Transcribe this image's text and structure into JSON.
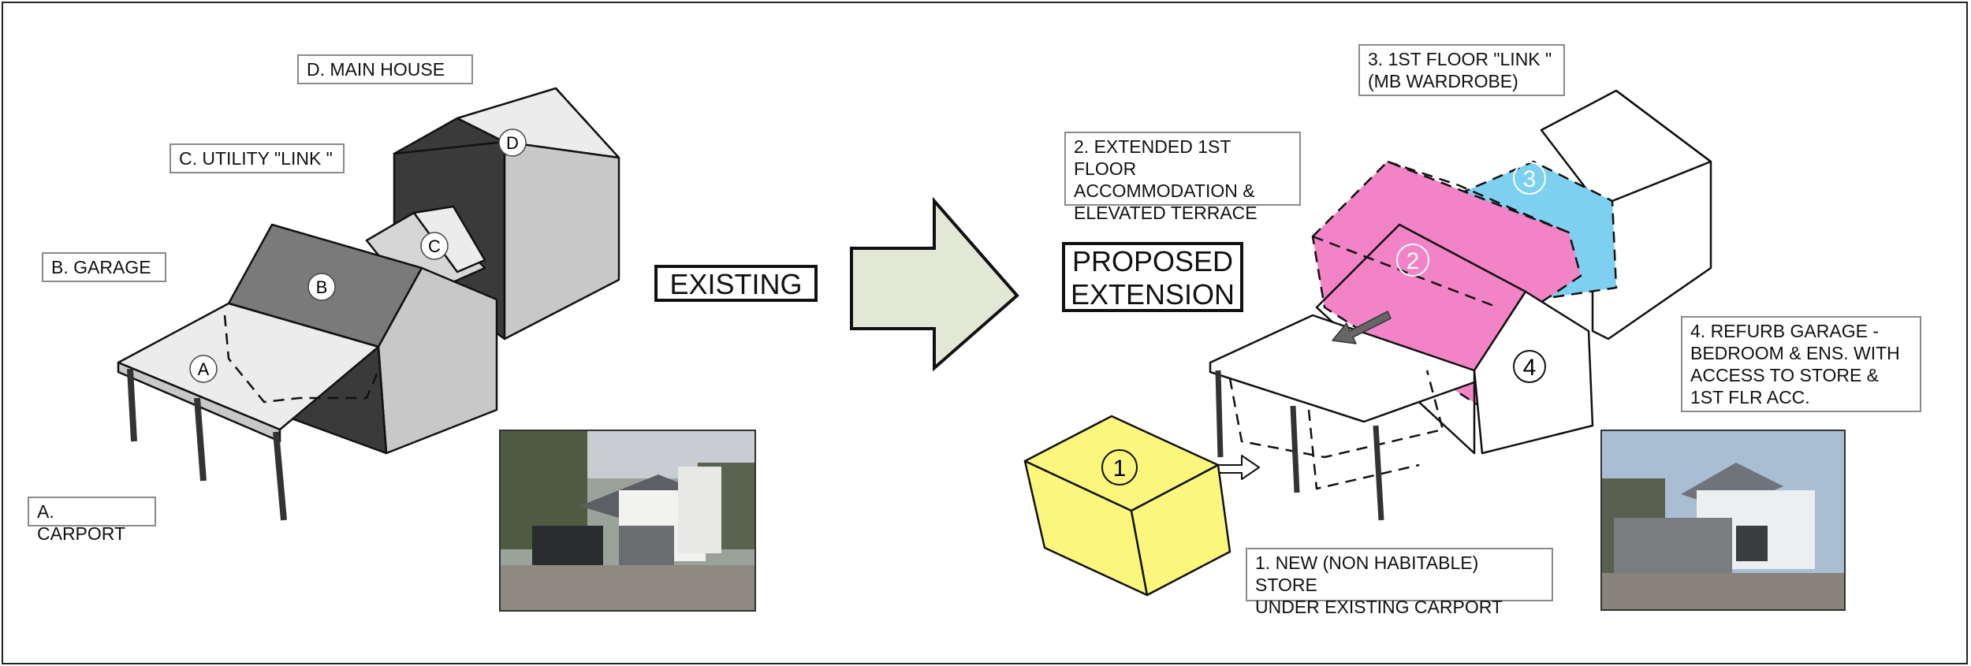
{
  "existing": {
    "labels": {
      "main_house": "D. MAIN HOUSE",
      "utility_link": "C. UTILITY \"LINK \"",
      "garage": "B. GARAGE",
      "carport": "A. CARPORT"
    },
    "markers": {
      "a": "A",
      "b": "B",
      "c": "C",
      "d": "D"
    },
    "title": "EXISTING"
  },
  "proposed": {
    "title": "PROPOSED\nEXTENSION",
    "labels": {
      "first_floor_link": "3. 1ST FLOOR \"LINK \"\n(MB WARDROBE)",
      "extended_first_floor": "2. EXTENDED 1ST FLOOR\nACCOMMODATION &\nELEVATED TERRACE",
      "refurb_garage": "4. REFURB GARAGE -\nBEDROOM & ENS. WITH\nACCESS TO STORE &\n1ST FLR ACC.",
      "new_store": "1. NEW (NON HABITABLE) STORE\nUNDER EXISTING CARPORT"
    },
    "markers": {
      "one": "1",
      "two": "2",
      "three": "3",
      "four": "4"
    }
  },
  "colors": {
    "pink": "#f283c6",
    "blue": "#7dd0f0",
    "yellow": "#fbf77c",
    "arrow_fill": "#e3e8d6",
    "dark": "#3a3a3a",
    "mid": "#7a7a7a",
    "light": "#c8c8c8",
    "pale": "#ececec"
  },
  "icons": {
    "arrow": "right-arrow-icon"
  }
}
